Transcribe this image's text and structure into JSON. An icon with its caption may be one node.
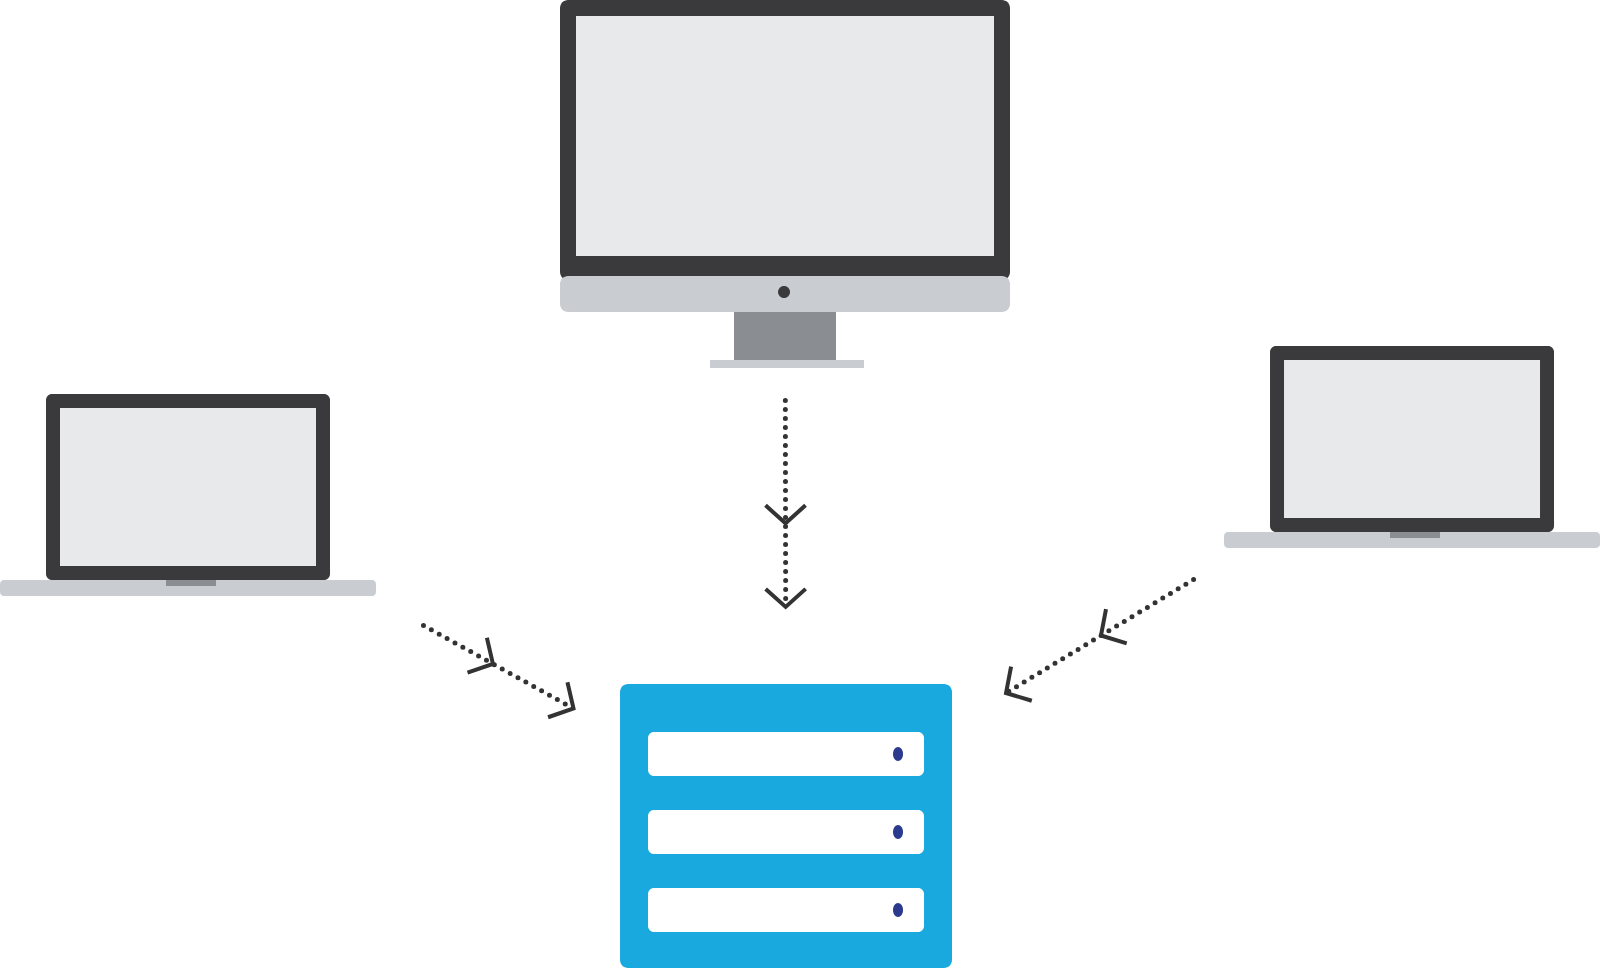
{
  "diagram": {
    "nodes": [
      {
        "text": [],
        "shape": "laptop"
      },
      {
        "text": [],
        "shape": "monitor"
      },
      {
        "text": [],
        "shape": "laptop"
      },
      {
        "text": [],
        "shape": "server"
      }
    ],
    "edges": [
      {
        "from": 0,
        "to": 3,
        "arrow": "to"
      },
      {
        "from": 1,
        "to": 3,
        "arrow": "to"
      },
      {
        "from": 2,
        "to": 3,
        "arrow": "to"
      }
    ]
  }
}
